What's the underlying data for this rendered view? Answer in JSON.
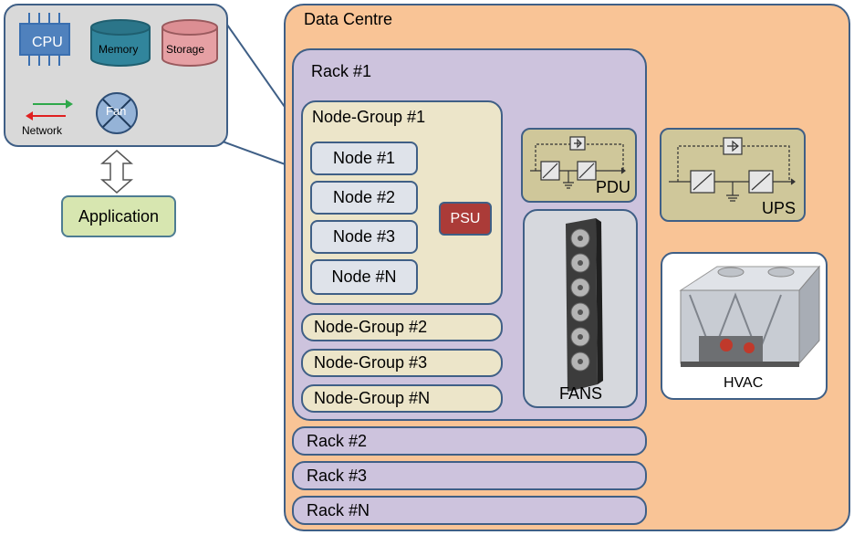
{
  "data_centre": {
    "title": "Data Centre",
    "rack1": {
      "title": "Rack #1",
      "node_group1": {
        "title": "Node-Group #1",
        "nodes": [
          "Node #1",
          "Node #2",
          "Node #3",
          "Node #N"
        ],
        "psu": "PSU"
      },
      "other_groups": [
        "Node-Group #2",
        "Node-Group #3",
        "Node-Group #N"
      ],
      "pdu": "PDU",
      "fans": "FANS"
    },
    "other_racks": [
      "Rack #2",
      "Rack #3",
      "Rack #N"
    ],
    "ups": "UPS",
    "hvac": "HVAC"
  },
  "components": {
    "cpu": "CPU",
    "memory": "Memory",
    "storage": "Storage",
    "network": "Network",
    "fan": "Fan"
  },
  "application": "Application",
  "colors": {
    "data_centre_fill": "#f9c496",
    "rack_fill": "#cdc3dd",
    "node_group_fill": "#ece5c9",
    "node_fill": "#dfe3ea",
    "psu_fill": "#ab3b38",
    "power_unit_fill": "#cfc79a",
    "application_fill": "#d7e6b0",
    "cpu_fill": "#4f81bd",
    "memory_fill": "#31859c",
    "storage_fill": "#e6a0a4",
    "fan_fill": "#95b3d7",
    "outline": "#3f5f86"
  }
}
